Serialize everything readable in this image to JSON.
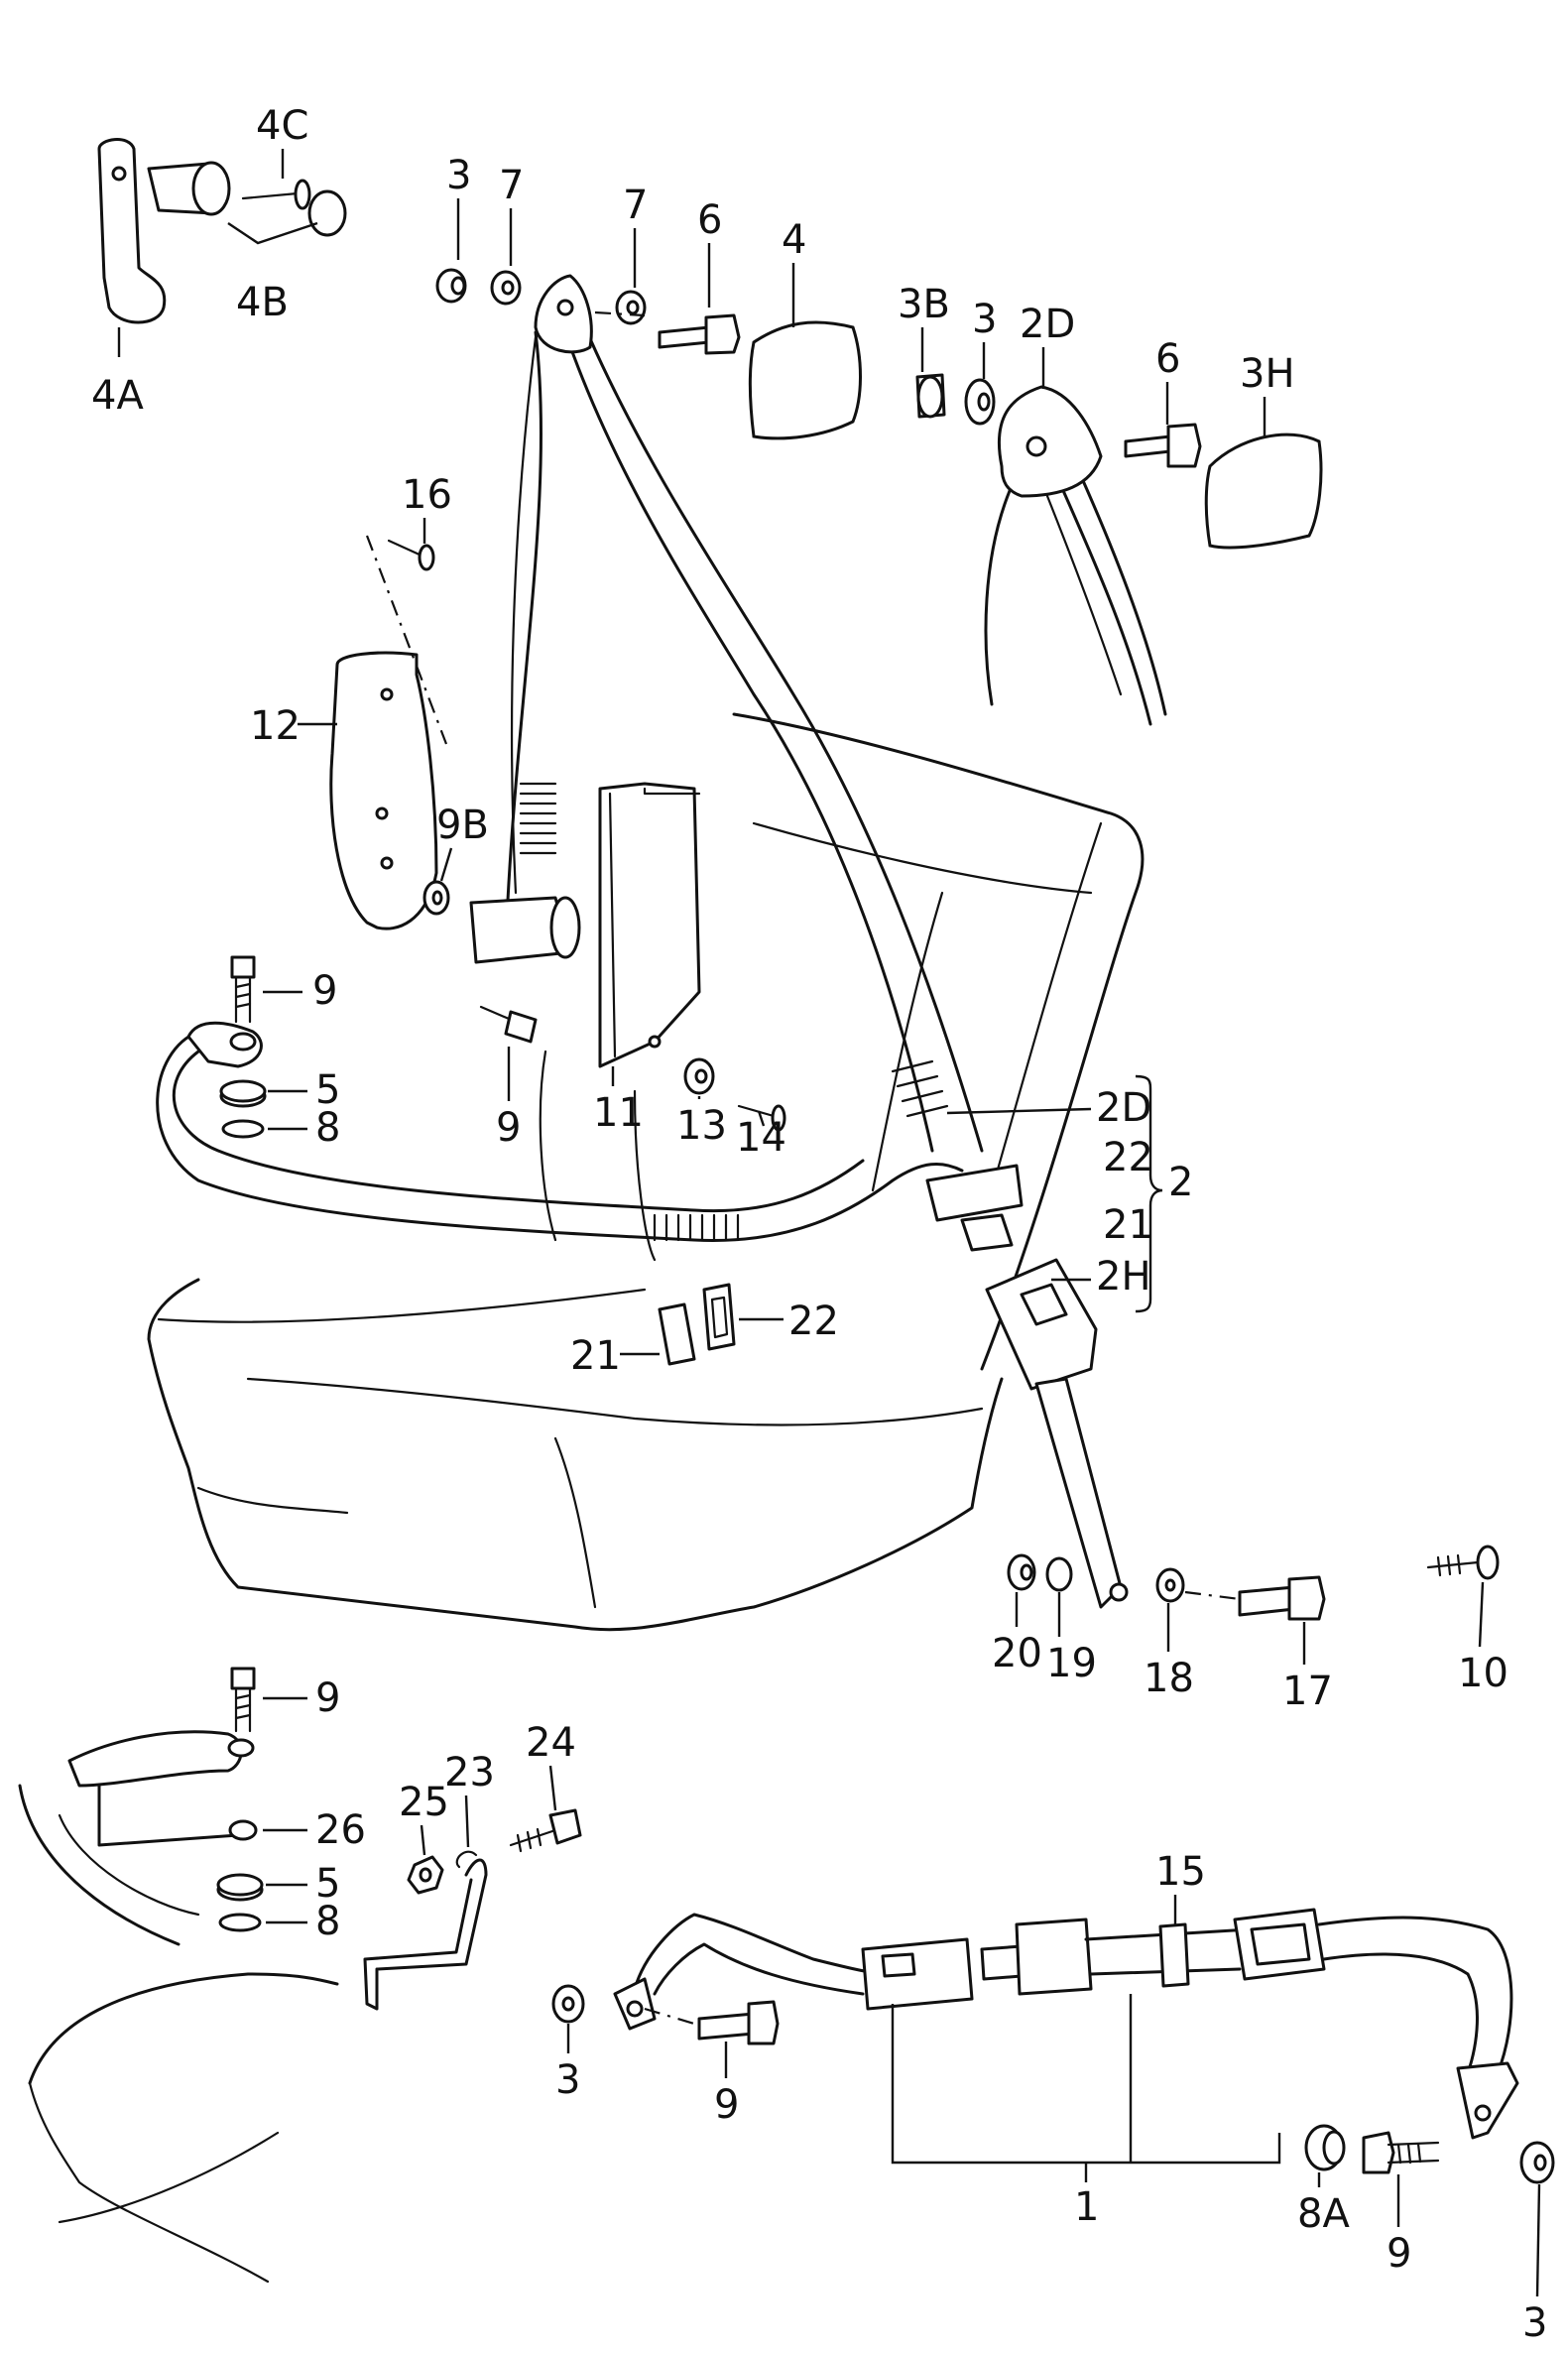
{
  "labels": {
    "l1": "1",
    "l2": "2",
    "l2d_top": "2D",
    "l2d_right": "2D",
    "l2h": "2H",
    "l3_a": "3",
    "l3_b": "3",
    "l3_c": "3",
    "l3_d": "3",
    "l3b": "3B",
    "l3h": "3H",
    "l4": "4",
    "l4a": "4A",
    "l4b": "4B",
    "l4c": "4C",
    "l5_a": "5",
    "l5_b": "5",
    "l6_a": "6",
    "l6_b": "6",
    "l7_a": "7",
    "l7_b": "7",
    "l8_a": "8",
    "l8_b": "8",
    "l8a": "8A",
    "l9_a": "9",
    "l9_b": "9",
    "l9_c": "9",
    "l9_d": "9",
    "l9_e": "9",
    "l9b": "9B",
    "l10": "10",
    "l11": "11",
    "l12": "12",
    "l13": "13",
    "l14": "14",
    "l15": "15",
    "l16": "16",
    "l17": "17",
    "l18": "18",
    "l19": "19",
    "l20": "20",
    "l21_a": "21",
    "l21_b": "21",
    "l22_a": "22",
    "l22_b": "22",
    "l23": "23",
    "l24": "24",
    "l25": "25",
    "l26": "26"
  }
}
